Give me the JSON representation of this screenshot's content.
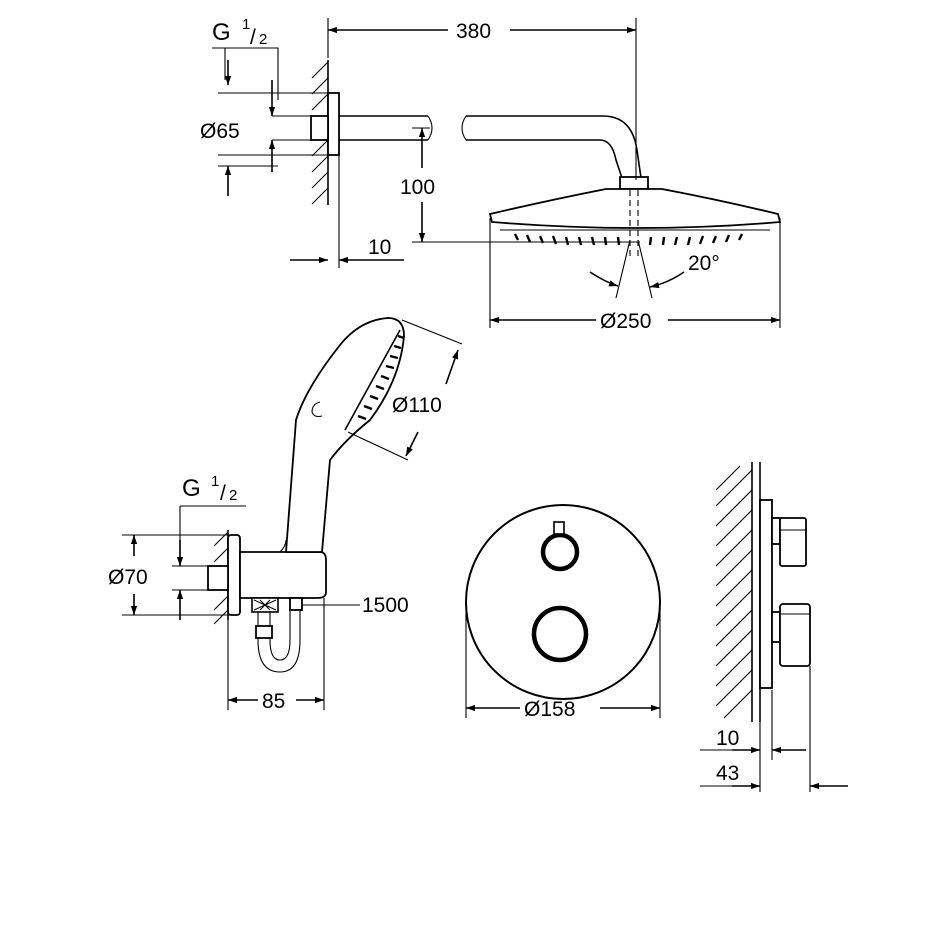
{
  "shower_head": {
    "thread_G": "G",
    "thread_num": "1",
    "thread_den": "2",
    "diameter_flange": "Ø65",
    "length_arm": "380",
    "height_drop": "100",
    "offset_wall": "10",
    "tilt_angle": "20°",
    "diameter_head": "Ø250"
  },
  "hand_shower": {
    "thread_G": "G",
    "thread_num": "1",
    "thread_den": "2",
    "diameter_head": "Ø110",
    "diameter_outlet": "Ø70",
    "hose_length": "1500",
    "projection": "85"
  },
  "thermostat_front": {
    "diameter_plate": "Ø158"
  },
  "thermostat_side": {
    "offset_wall": "10",
    "projection": "43"
  }
}
